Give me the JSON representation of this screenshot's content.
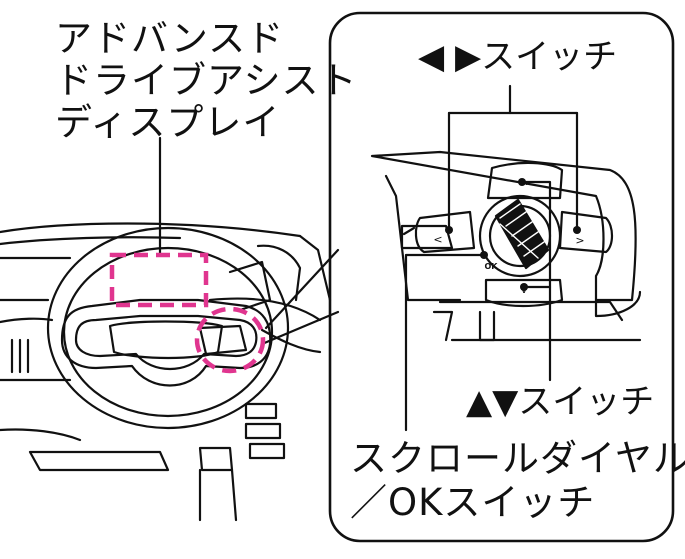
{
  "labels": {
    "display_line1": "アドバンスド",
    "display_line2": "ドライブアシスト",
    "display_line3": "ディスプレイ",
    "lr_switch": "◀ ▶スイッチ",
    "ud_switch": "▲▼スイッチ",
    "scroll_line1": "スクロールダイヤル",
    "scroll_line2": "／OKスイッチ"
  },
  "buttons": {
    "up": "^",
    "down": "v",
    "left": "<",
    "right": ">",
    "ok": "OK"
  },
  "colors": {
    "line": "#111111",
    "highlight": "#e0358f",
    "background": "#ffffff"
  }
}
